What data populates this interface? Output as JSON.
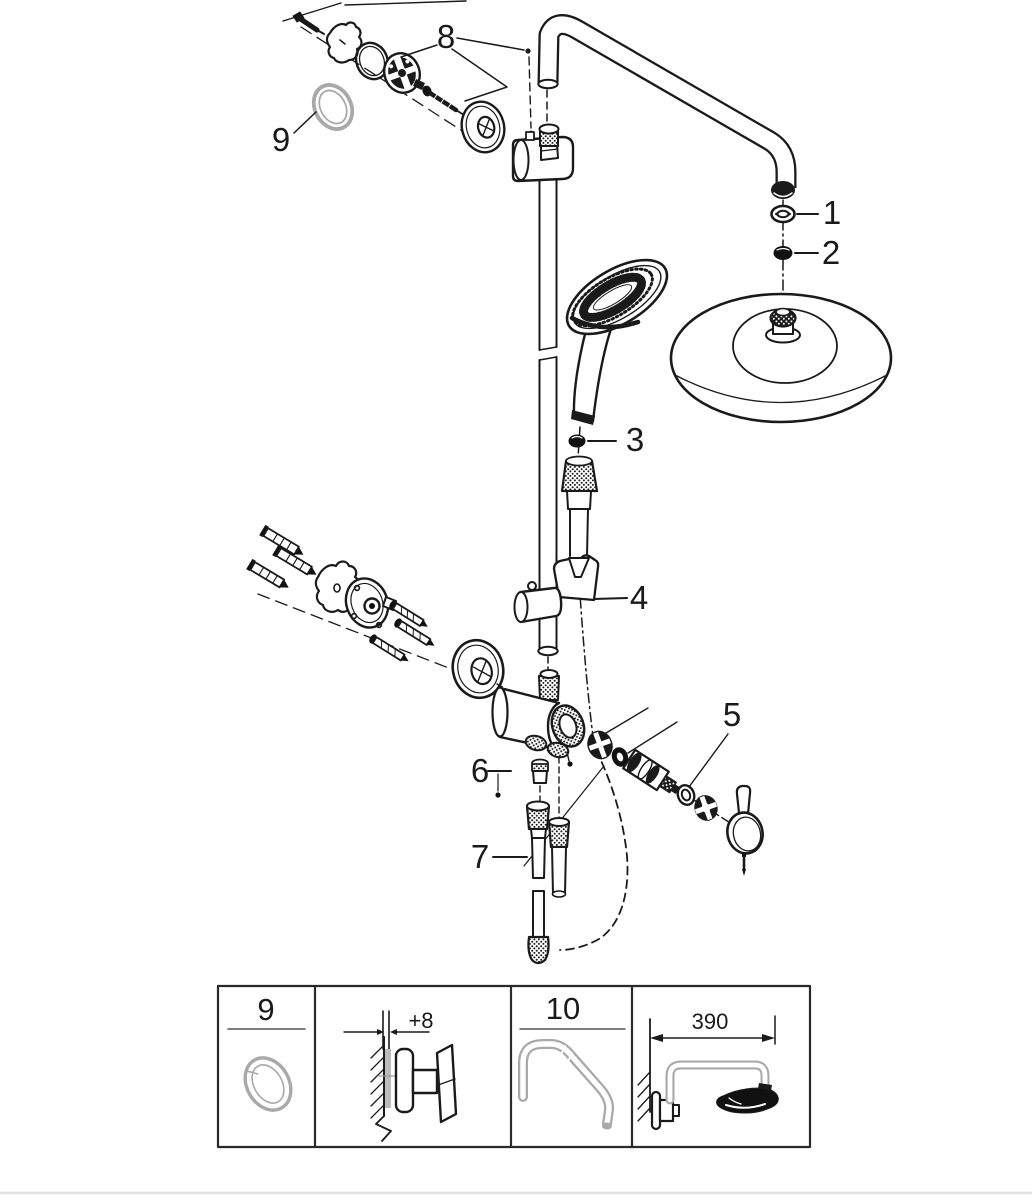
{
  "figure": {
    "kind": "exploded-parts-diagram"
  },
  "colors": {
    "ink": "#1a1a1a",
    "gray_part": "#a9a9a9",
    "spacer_gray": "#bcbcbc",
    "panel_border": "#2a2a2a"
  },
  "callouts": {
    "c1": "1",
    "c2": "2",
    "c3": "3",
    "c4": "4",
    "c5": "5",
    "c6": "6",
    "c7": "7",
    "c8": "8",
    "c9": "9"
  },
  "detail_panel": {
    "box_seal": {
      "label": "9",
      "icon": "seal-ring"
    },
    "box_offset": {
      "dimension": "+8",
      "icon": "wall-offset-drawing"
    },
    "box_arm": {
      "label": "10",
      "icon": "shower-arm"
    },
    "box_reach": {
      "dimension": "390",
      "icon": "arm-reach-drawing"
    }
  }
}
